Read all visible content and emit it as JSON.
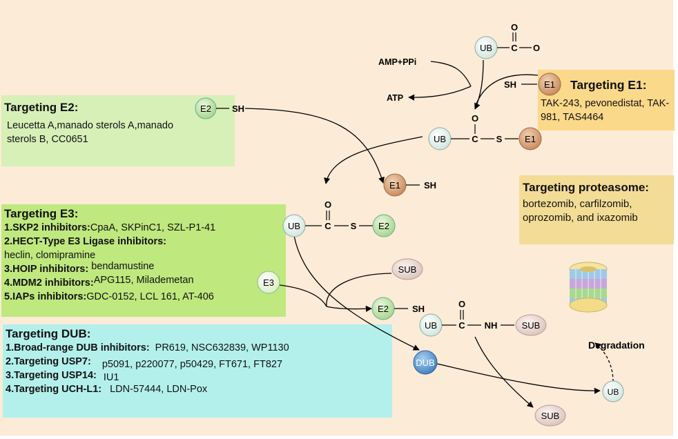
{
  "boxes": {
    "e1": {
      "title": "Targeting E1:",
      "text": "TAK-243, pevonedistat, TAK-981, TAS4464"
    },
    "e2": {
      "title": "Targeting E2:",
      "line1": "Leucetta A,manado sterols A,manado",
      "line2": "sterols B, CC0651"
    },
    "e3": {
      "title": "Targeting E3:",
      "items": [
        {
          "label": "1.SKP2 inhibitors:",
          "value": "CpaA, SKPinC1, SZL-P1-41"
        },
        {
          "label": "2.HECT-Type E3 Ligase inhibitors:",
          "value": "heclin, clomipramine"
        },
        {
          "label": "3.HOIP inhibitors:",
          "value": "bendamustine"
        },
        {
          "label": "4.MDM2 inhibitors:",
          "value": "APG115, Milademetan"
        },
        {
          "label": "5.IAPs inhibitors:",
          "value": "GDC-0152, LCL 161, AT-406"
        }
      ]
    },
    "proteasome": {
      "title": "Targeting proteasome:",
      "line1": "bortezomib, carfilzomib,",
      "line2": "oprozomib, and ixazomib"
    },
    "dub": {
      "title": "Targeting DUB:",
      "items": [
        {
          "label": "1.Broad-range DUB inhibitors:",
          "value": "PR619, NSC632839, WP1130"
        },
        {
          "label": "2.Targeting USP7:",
          "value": "p5091, p220077, p50429, FT671, FT827"
        },
        {
          "label": "3.Targeting USP14:",
          "value": "IU1"
        },
        {
          "label": "4.Targeting UCH-L1:",
          "value": "LDN-57444, LDN-Pox"
        }
      ]
    }
  },
  "labels": {
    "ub": "UB",
    "e1": "E1",
    "e2": "E2",
    "e3": "E3",
    "sub": "SUB",
    "dub": "DUB",
    "sh": "SH",
    "o": "O",
    "c": "C",
    "s": "S",
    "nh": "NH",
    "amp": "AMP+PPi",
    "atp": "ATP",
    "degradation": "Degradation"
  },
  "colors": {
    "background": "#fcebd6",
    "e1_box": "#fbd98a",
    "e2_box": "#d7f0b8",
    "e3_box": "#bfe87e",
    "dub_box": "#b3f0ec",
    "proteasome_box": "#f3dc95",
    "ub_node": "#e6f3ec",
    "e1_node": "#d59a6c",
    "e2_node": "#bfe3a7",
    "e3_node": "#e7f5d6",
    "sub_node": "#e8d8d2",
    "dub_node": "#5a9ad2"
  }
}
